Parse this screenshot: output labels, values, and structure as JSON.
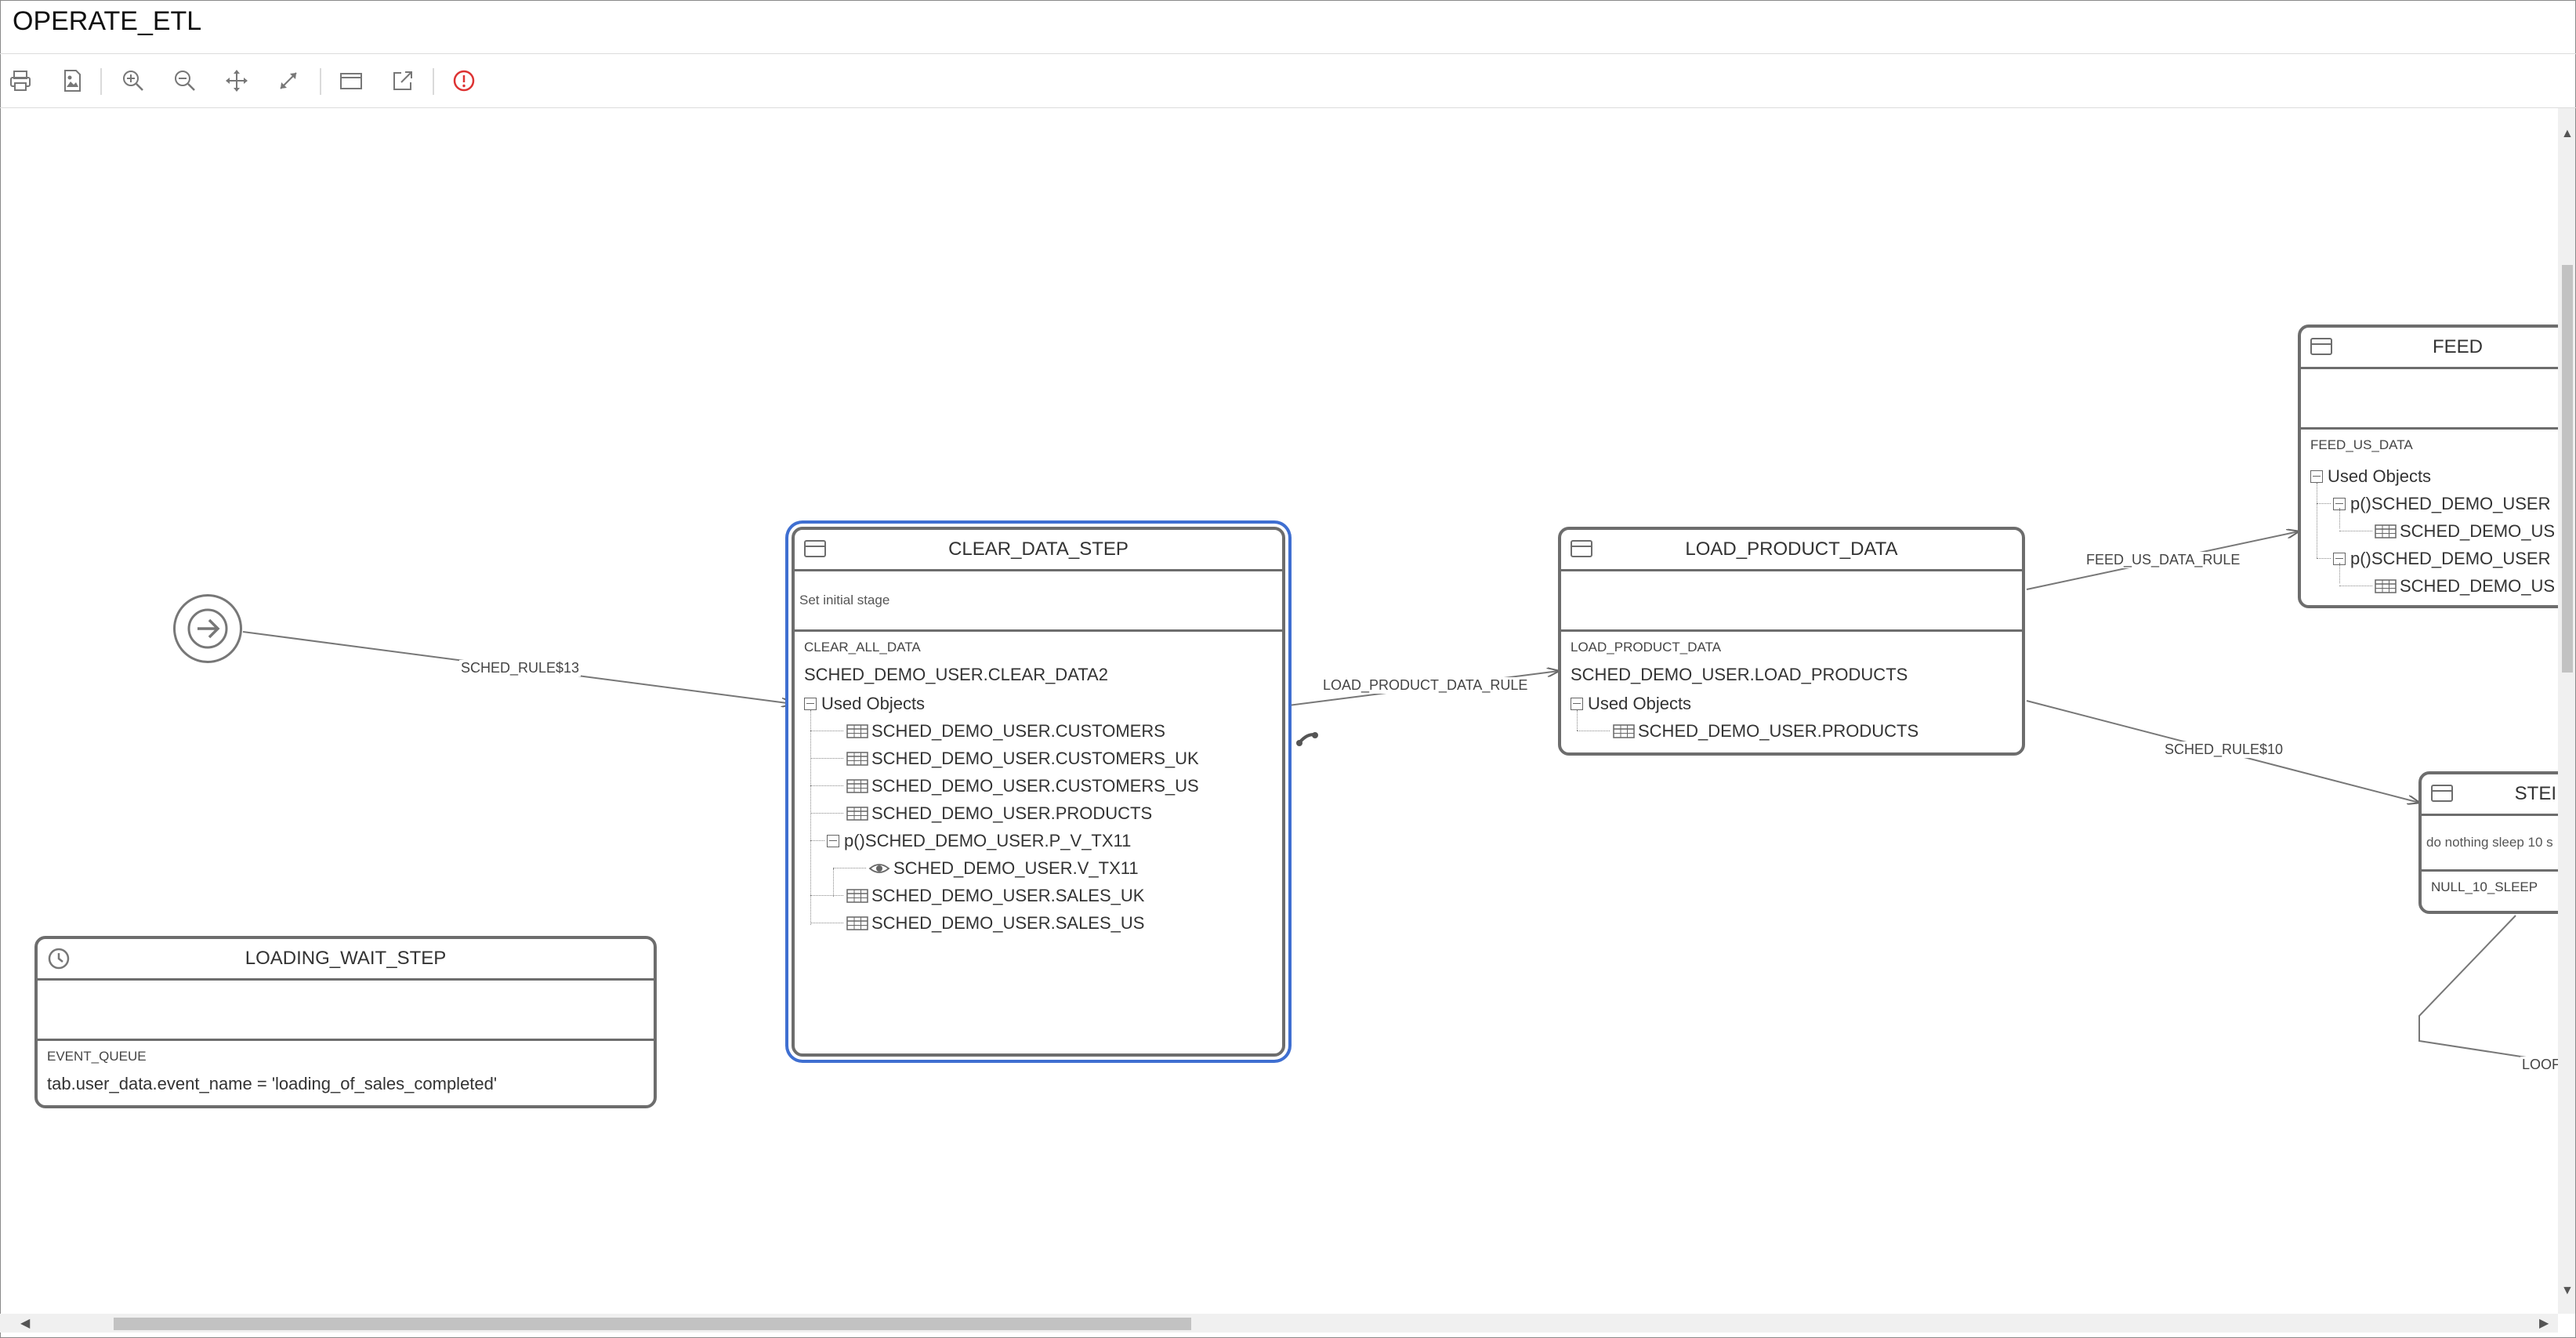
{
  "window": {
    "title": "OPERATE_ETL"
  },
  "toolbar": {
    "buttons": [
      "print-icon",
      "save-image-icon",
      "zoom-in-icon",
      "zoom-out-icon",
      "pan-icon",
      "fit-icon",
      "window-icon",
      "export-icon",
      "warning-icon"
    ],
    "warning_color": "#d33"
  },
  "nodes": {
    "clear_data_step": {
      "title": "CLEAR_DATA_STEP",
      "description": "Set initial stage",
      "program": "CLEAR_ALL_DATA",
      "procedure": "SCHED_DEMO_USER.CLEAR_DATA2",
      "used_objects": "Used Objects",
      "objects": [
        "SCHED_DEMO_USER.CUSTOMERS",
        "SCHED_DEMO_USER.CUSTOMERS_UK",
        "SCHED_DEMO_USER.CUSTOMERS_US",
        "SCHED_DEMO_USER.PRODUCTS",
        "SCHED_DEMO_USER.P_V_TX11",
        "SCHED_DEMO_USER.V_TX11",
        "SCHED_DEMO_USER.SALES_UK",
        "SCHED_DEMO_USER.SALES_US"
      ],
      "proc_prefix": "p()"
    },
    "load_product_data": {
      "title": "LOAD_PRODUCT_DATA",
      "program": "LOAD_PRODUCT_DATA",
      "procedure": "SCHED_DEMO_USER.LOAD_PRODUCTS",
      "used_objects": "Used Objects",
      "objects": [
        "SCHED_DEMO_USER.PRODUCTS"
      ]
    },
    "loading_wait_step": {
      "title": "LOADING_WAIT_STEP",
      "program": "EVENT_QUEUE",
      "condition": "tab.user_data.event_name = 'loading_of_sales_completed'"
    },
    "feed_us": {
      "title": "FEED",
      "program": "FEED_US_DATA",
      "used_objects": "Used Objects",
      "proc1": "p()SCHED_DEMO_USER",
      "tbl1": "SCHED_DEMO_US",
      "proc2": "p()SCHED_DEMO_USER",
      "tbl2": "SCHED_DEMO_US"
    },
    "step_sleep": {
      "title": "STEI",
      "description": "do nothing sleep 10 s",
      "program": "NULL_10_SLEEP"
    }
  },
  "edges": {
    "sched_rule13": "SCHED_RULE$13",
    "load_product_rule": "LOAD_PRODUCT_DATA_RULE",
    "feed_us_rule": "FEED_US_DATA_RULE",
    "sched_rule10": "SCHED_RULE$10",
    "loop": "LOOF"
  }
}
